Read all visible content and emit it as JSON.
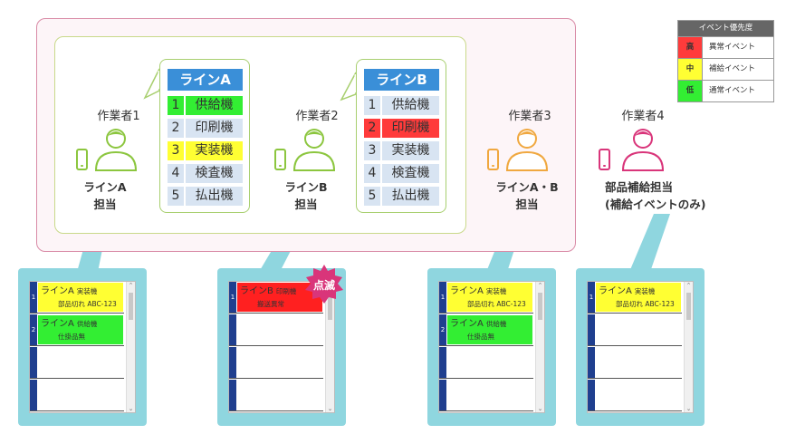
{
  "legend": {
    "title": "イベント優先度",
    "rows": [
      {
        "level": "高",
        "label": "異常イベント",
        "color": "#ff3b3b"
      },
      {
        "level": "中",
        "label": "補給イベント",
        "color": "#ffff33"
      },
      {
        "level": "低",
        "label": "通常イベント",
        "color": "#33ee33"
      }
    ]
  },
  "lineA": {
    "title": "ラインA",
    "machines": [
      {
        "num": "1",
        "name": "供給機",
        "color": "#33ee33"
      },
      {
        "num": "2",
        "name": "印刷機",
        "color": ""
      },
      {
        "num": "3",
        "name": "実装機",
        "color": "#ffff33"
      },
      {
        "num": "4",
        "name": "検査機",
        "color": ""
      },
      {
        "num": "5",
        "name": "払出機",
        "color": ""
      }
    ]
  },
  "lineB": {
    "title": "ラインB",
    "machines": [
      {
        "num": "1",
        "name": "供給機",
        "color": ""
      },
      {
        "num": "2",
        "name": "印刷機",
        "color": "#ff3b3b"
      },
      {
        "num": "3",
        "name": "実装機",
        "color": ""
      },
      {
        "num": "4",
        "name": "検査機",
        "color": ""
      },
      {
        "num": "5",
        "name": "払出機",
        "color": ""
      }
    ]
  },
  "workers": [
    {
      "name": "作業者1",
      "line1": "ラインA",
      "line2": "担当",
      "color": "#8cc63f"
    },
    {
      "name": "作業者2",
      "line1": "ラインB",
      "line2": "担当",
      "color": "#8cc63f"
    },
    {
      "name": "作業者3",
      "line1": "ラインA・B",
      "line2": "担当",
      "color": "#f0a840"
    },
    {
      "name": "作業者4",
      "line1": "部品補給担当",
      "line2": "(補給イベントのみ)",
      "color": "#d9357a"
    }
  ],
  "blink_badge": "点滅",
  "screens": [
    {
      "rows": [
        {
          "num": "1",
          "line": "ラインA",
          "machine": "実装機",
          "detail": "部品切れ ABC-123",
          "color": "#ffff33"
        },
        {
          "num": "2",
          "line": "ラインA",
          "machine": "供給機",
          "detail": "仕掛品無",
          "color": "#33ee33"
        },
        {
          "num": "",
          "line": "",
          "machine": "",
          "detail": "",
          "color": ""
        },
        {
          "num": "",
          "line": "",
          "machine": "",
          "detail": "",
          "color": ""
        }
      ]
    },
    {
      "rows": [
        {
          "num": "1",
          "line": "ラインB",
          "machine": "印刷機",
          "detail": "搬送異常",
          "color": "#ff2020"
        },
        {
          "num": "",
          "line": "",
          "machine": "",
          "detail": "",
          "color": ""
        },
        {
          "num": "",
          "line": "",
          "machine": "",
          "detail": "",
          "color": ""
        },
        {
          "num": "",
          "line": "",
          "machine": "",
          "detail": "",
          "color": ""
        }
      ]
    },
    {
      "rows": [
        {
          "num": "1",
          "line": "ラインA",
          "machine": "実装機",
          "detail": "部品切れ ABC-123",
          "color": "#ffff33"
        },
        {
          "num": "2",
          "line": "ラインA",
          "machine": "供給機",
          "detail": "仕掛品無",
          "color": "#33ee33"
        },
        {
          "num": "",
          "line": "",
          "machine": "",
          "detail": "",
          "color": ""
        },
        {
          "num": "",
          "line": "",
          "machine": "",
          "detail": "",
          "color": ""
        }
      ]
    },
    {
      "rows": [
        {
          "num": "1",
          "line": "ラインA",
          "machine": "実装機",
          "detail": "部品切れ ABC-123",
          "color": "#ffff33"
        },
        {
          "num": "",
          "line": "",
          "machine": "",
          "detail": "",
          "color": ""
        },
        {
          "num": "",
          "line": "",
          "machine": "",
          "detail": "",
          "color": ""
        },
        {
          "num": "",
          "line": "",
          "machine": "",
          "detail": "",
          "color": ""
        }
      ]
    }
  ]
}
